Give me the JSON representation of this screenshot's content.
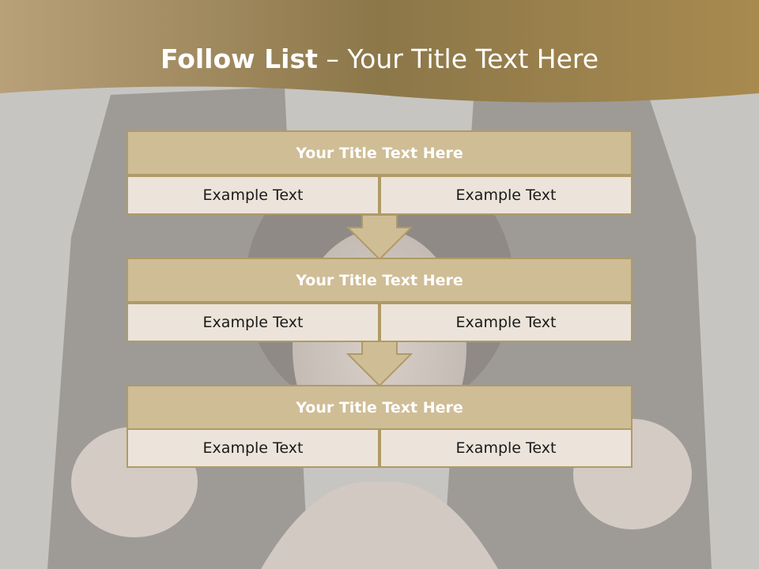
{
  "slide": {
    "title_bold": "Follow List",
    "title_rest": " – Your Title Text Here"
  },
  "blocks": [
    {
      "title": "Your Title Text Here",
      "left": "Example Text",
      "right": "Example Text"
    },
    {
      "title": "Your Title Text Here",
      "left": "Example Text",
      "right": "Example Text"
    },
    {
      "title": "Your Title Text Here",
      "left": "Example Text",
      "right": "Example Text"
    }
  ],
  "colors": {
    "header_band": "#8a7448",
    "block_title_fill": "#cfbd96",
    "cell_fill": "#ece4da",
    "border": "#b09a66"
  }
}
